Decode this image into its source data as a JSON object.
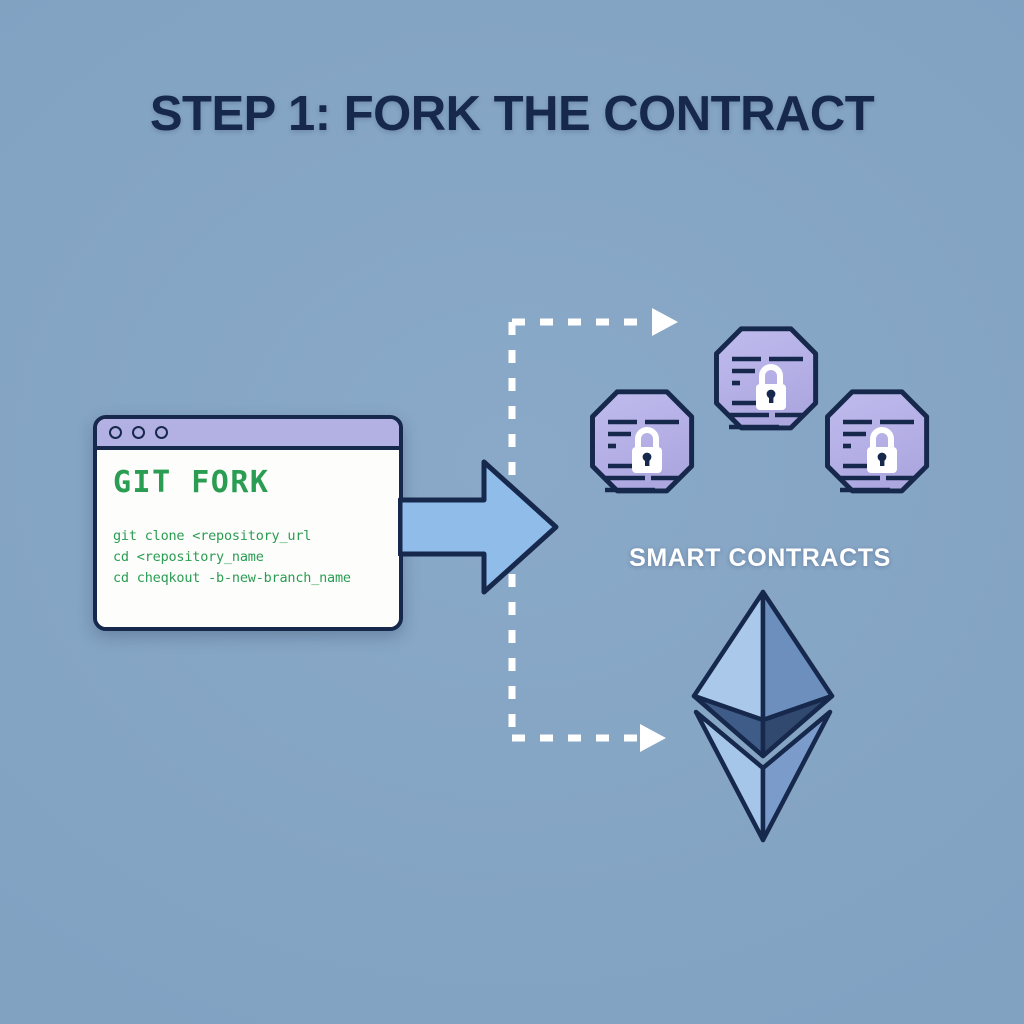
{
  "page": {
    "title": "STEP 1: FORK THE CONTRACT",
    "background_color": "#83a3c3",
    "title_color": "#17284d"
  },
  "terminal": {
    "name": "git-fork-terminal",
    "window_dots": [
      "dot-1",
      "dot-2",
      "dot-3"
    ],
    "heading": "GIT FORK",
    "heading_color": "#2a9d52",
    "titlebar_color": "#b3b0e4",
    "body_color": "#fdfdfc",
    "border_color": "#17284d",
    "commands": [
      "git clone <repository_url",
      "cd <repository_name",
      "cd cheqkout -b-new-branch_name"
    ]
  },
  "arrow": {
    "name": "flow-arrow",
    "direction": "right",
    "fill": "#8fbce9",
    "stroke": "#17284d"
  },
  "connectors": {
    "color": "#ffffff",
    "style": "dashed",
    "branches": [
      {
        "name": "branch-to-smart-contracts",
        "target": "smart-contracts"
      },
      {
        "name": "branch-to-ethereum",
        "target": "ethereum-logo"
      }
    ]
  },
  "smart_contracts": {
    "label": "SMART CONTRACTS",
    "label_color": "#ffffff",
    "fill": "#b7b2e8",
    "stroke": "#17284d",
    "lock_color": "#ffffff",
    "nodes": [
      {
        "name": "contract-node-left",
        "position": "left"
      },
      {
        "name": "contract-node-center",
        "position": "center"
      },
      {
        "name": "contract-node-right",
        "position": "right"
      }
    ]
  },
  "ethereum": {
    "name": "ethereum-logo",
    "stroke": "#17284d",
    "facets": {
      "top_left": "#a9c8ea",
      "top_right": "#6d8fbe",
      "mid_left": "#3f5b87",
      "mid_right": "#32496f",
      "bottom_left": "#a6c6e9",
      "bottom_right": "#7b9ccb"
    }
  }
}
